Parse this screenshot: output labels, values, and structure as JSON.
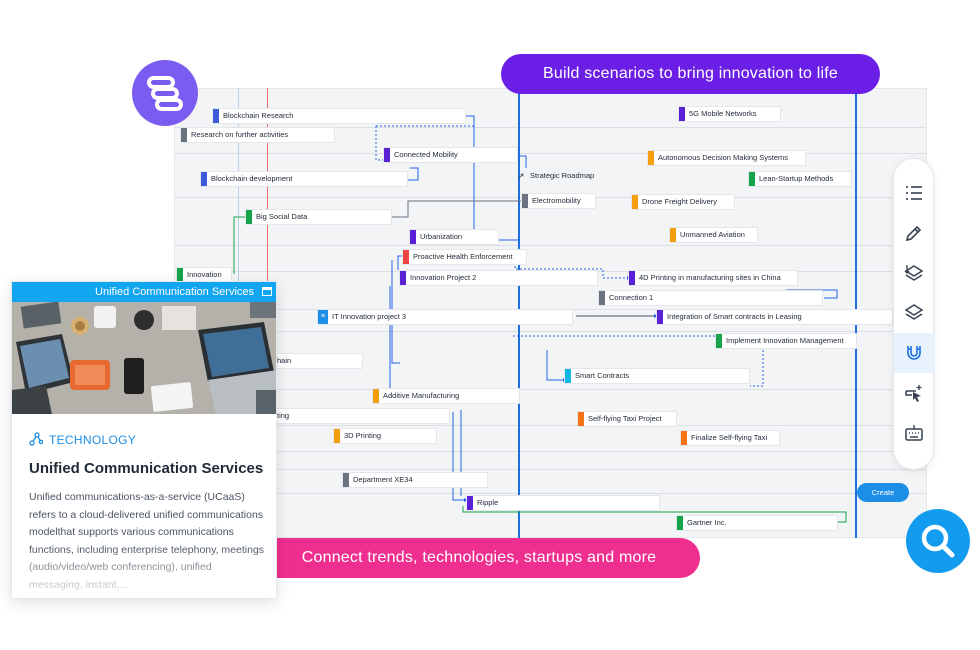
{
  "banners": {
    "top": "Build scenarios to bring innovation to life",
    "bottom": "Connect trends, technologies, startups and more"
  },
  "colors": {
    "purple": "#6b1fe6",
    "pink": "#ef2f8f",
    "blue": "#1d8ee6",
    "green": "#16a34a",
    "orange": "#f59e0b",
    "red": "#ef4444",
    "gray": "#6b7280"
  },
  "cards": [
    {
      "label": "Blockchain Research",
      "color": "#3b5bdb"
    },
    {
      "label": "Research on further activities",
      "color": "#6b7280"
    },
    {
      "label": "Connected Mobility",
      "color": "#5b21d6"
    },
    {
      "label": "Blockchain development",
      "color": "#3b5bdb"
    },
    {
      "label": "Big Social Data",
      "color": "#16a34a"
    },
    {
      "label": "Urbanization",
      "color": "#5b21d6"
    },
    {
      "label": "Proactive Health Enforcement",
      "color": "#ef4444"
    },
    {
      "label": "Innovation",
      "color": "#16a34a"
    },
    {
      "label": "Innovation Project 2",
      "color": "#5b21d6"
    },
    {
      "label": "IT Innovation project 3",
      "color": "#1d8ee6"
    },
    {
      "label": "hain",
      "color": "#ffffff"
    },
    {
      "label": "Additive Manufacturing",
      "color": "#f59e0b"
    },
    {
      "label": "ting",
      "color": "#ffffff"
    },
    {
      "label": "3D Printing",
      "color": "#f59e0b"
    },
    {
      "label": "Department XE34",
      "color": "#6b7280"
    },
    {
      "label": "Ripple",
      "color": "#5b21d6"
    },
    {
      "label": "Gartner Inc.",
      "color": "#16a34a"
    },
    {
      "label": "5G Mobile Networks",
      "color": "#5b21d6"
    },
    {
      "label": "Autonomous Decision Making Systems",
      "color": "#f59e0b"
    },
    {
      "label": "Lean-Startup Methods",
      "color": "#16a34a"
    },
    {
      "label": "Strategic Roadmap",
      "color": "#ffffff"
    },
    {
      "label": "Electromobility",
      "color": "#6b7280"
    },
    {
      "label": "Drone Freight Delivery",
      "color": "#f59e0b"
    },
    {
      "label": "Unmanned Aviation",
      "color": "#f59e0b"
    },
    {
      "label": "4D Printing in manufacturing sites in China",
      "color": "#5b21d6"
    },
    {
      "label": "Connection 1",
      "color": "#6b7280"
    },
    {
      "label": "Integration of Smart contracts in Leasing",
      "color": "#5b21d6"
    },
    {
      "label": "Implement Innovation Management",
      "color": "#16a34a"
    },
    {
      "label": "Smart Contracts",
      "color": "#12b5e8"
    },
    {
      "label": "Self-flying Taxi Project",
      "color": "#f97316"
    },
    {
      "label": "Finalize Self-flying Taxi",
      "color": "#f97316"
    }
  ],
  "toolbar": {
    "create_label": "Create",
    "tools": [
      {
        "name": "list-icon"
      },
      {
        "name": "pencil-icon"
      },
      {
        "name": "layers-sort-icon"
      },
      {
        "name": "layers-icon"
      },
      {
        "name": "magnet-icon"
      },
      {
        "name": "cursor-add-icon"
      },
      {
        "name": "keyboard-icon"
      }
    ]
  },
  "detail": {
    "header": "Unified Communication Services",
    "category": "TECHNOLOGY",
    "title": "Unified Communication Services",
    "description": "Unified communications-as-a-service (UCaaS) refers to a cloud-delivered unified communications modelthat supports various communications functions, including enterprise telephony, meetings (audio/video/web conferencing), unified messaging, instant,..."
  }
}
